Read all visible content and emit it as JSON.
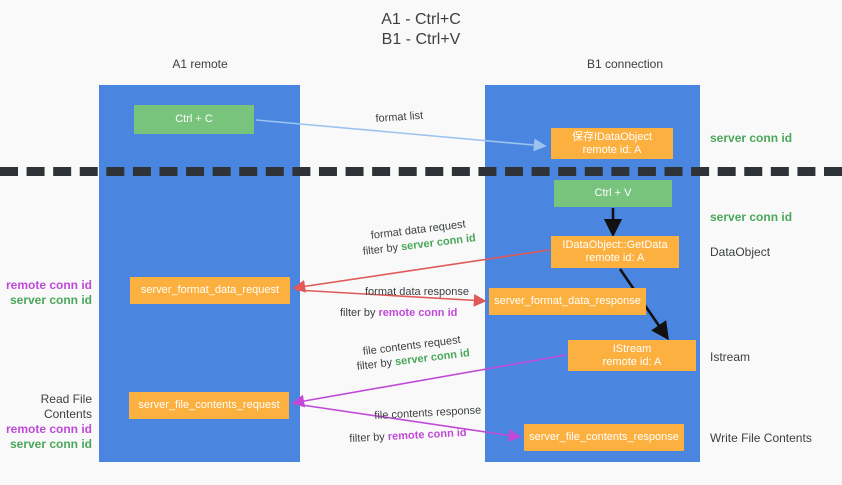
{
  "title": "A1 - Ctrl+C\nB1 - Ctrl+V",
  "lanes": {
    "left": {
      "name": "A1",
      "sub": "remote",
      "label": "A1\nremote"
    },
    "right": {
      "name": "B1",
      "sub": "connection",
      "label": "B1\nconnection"
    }
  },
  "nodes": {
    "ctrl_c": "Ctrl + C",
    "save_idataobject": "保存IDataObject\nremote id: A",
    "ctrl_v": "Ctrl + V",
    "getdata": "IDataObject::GetData\nremote id: A",
    "format_data_request": "server_format_data_request",
    "format_data_response": "server_format_data_response",
    "istream": "IStream\nremote id: A",
    "file_contents_request": "server_file_contents_request",
    "file_contents_response": "server_file_contents_response"
  },
  "right_annotations": {
    "server_conn_id_1": "server conn id",
    "server_conn_id_2": "server conn id",
    "dataobject": "DataObject",
    "istream": "Istream",
    "write_file": "Write File Contents"
  },
  "left_annotations": {
    "read_file": "Read File Contents",
    "remote_conn_id": "remote conn id",
    "server_conn_id": "server conn id"
  },
  "arrow_labels": {
    "format_list": "format list",
    "format_data_request": "format data request",
    "format_data_request_filter_prefix": "filter by ",
    "format_data_request_filter_value": "server conn id",
    "format_data_response": "format data response",
    "format_data_response_filter_prefix": "filter by ",
    "format_data_response_filter_value": "remote conn id",
    "file_contents_request": "file contents request",
    "file_contents_request_filter_prefix": "filter by ",
    "file_contents_request_filter_value": "server conn id",
    "file_contents_response": "file contents response",
    "file_contents_response_filter_prefix": "filter by ",
    "file_contents_response_filter_value": "remote conn id"
  },
  "colors": {
    "lane": "#4a86e0",
    "green": "#78c47d",
    "orange": "#fbb03f",
    "magenta": "#c04ad8",
    "green_text": "#4aa75a",
    "red_arrow": "#e05a5a",
    "light_blue_arrow": "#9cc3ef",
    "black_arrow": "#111111"
  }
}
